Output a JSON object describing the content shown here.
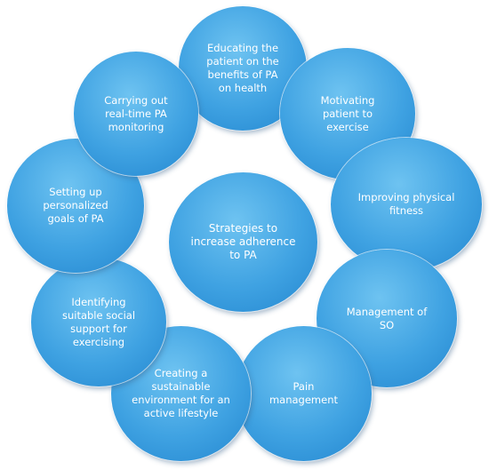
{
  "center": {
    "label": "Strategies to\nincrease adherence\nto PA"
  },
  "strategies": [
    {
      "label": "Educating the\npatient on the\nbenefits of PA\non health"
    },
    {
      "label": "Motivating\npatient to\nexercise"
    },
    {
      "label": "Improving physical\nfitness"
    },
    {
      "label": "Management of\nSO"
    },
    {
      "label": "Pain\nmanagement"
    },
    {
      "label": "Creating a\nsustainable\nenvironment for an\nactive lifestyle"
    },
    {
      "label": "Identifying\nsuitable social\nsupport for\nexercising"
    },
    {
      "label": "Setting up\npersonalized\ngoals of PA"
    },
    {
      "label": "Carrying out\nreal-time PA\nmonitoring"
    }
  ]
}
